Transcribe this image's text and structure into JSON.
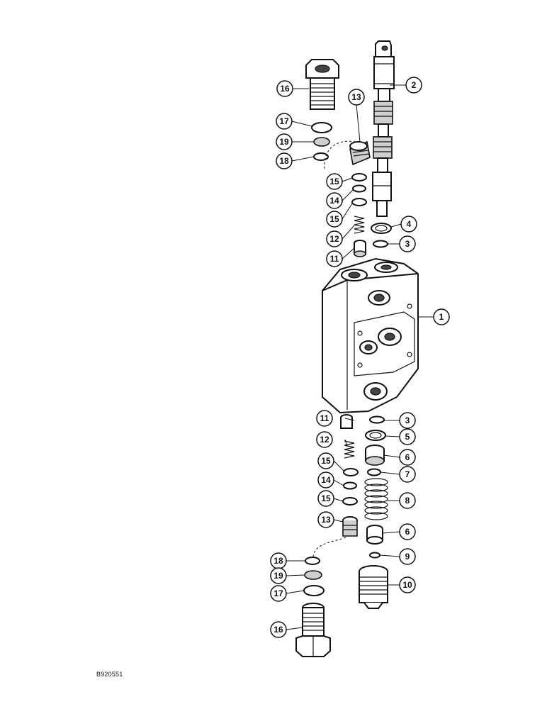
{
  "figure_id": "B920551",
  "callouts": {
    "c1": "1",
    "c2": "2",
    "c3_top": "3",
    "c3_bot": "3",
    "c4": "4",
    "c5": "5",
    "c6_a": "6",
    "c6_b": "6",
    "c7": "7",
    "c8": "8",
    "c9": "9",
    "c10": "10",
    "c11_top": "11",
    "c11_bot": "11",
    "c12_top": "12",
    "c12_bot": "12",
    "c13_top": "13",
    "c13_bot": "13",
    "c14_top": "14",
    "c14_bot": "14",
    "c15_top_a": "15",
    "c15_top_b": "15",
    "c15_bot_a": "15",
    "c15_bot_b": "15",
    "c16_top": "16",
    "c16_bot": "16",
    "c17_top": "17",
    "c17_bot": "17",
    "c18_top": "18",
    "c18_bot": "18",
    "c19_top": "19",
    "c19_bot": "19"
  }
}
